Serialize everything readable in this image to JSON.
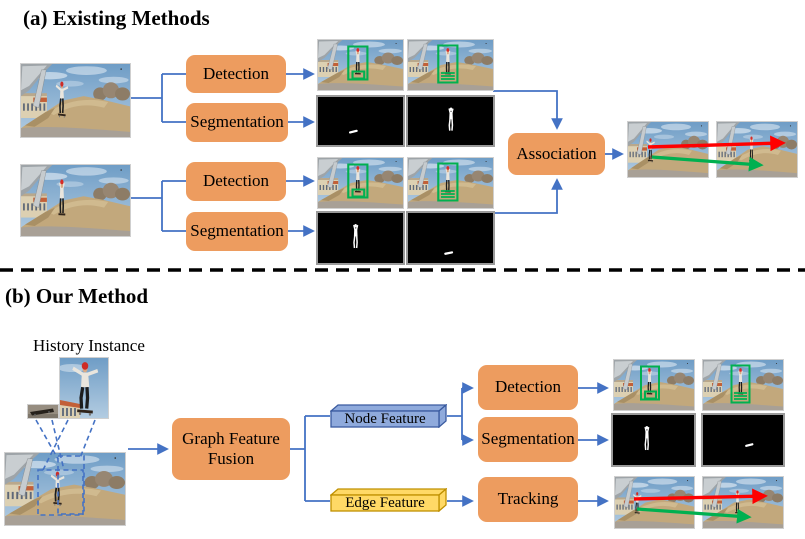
{
  "figure": {
    "section_a": {
      "title": "(a) Existing Methods",
      "branch1": {
        "detection": "Detection",
        "segmentation": "Segmentation"
      },
      "branch2": {
        "detection": "Detection",
        "segmentation": "Segmentation"
      },
      "association": "Association"
    },
    "section_b": {
      "title": "(b) Our Method",
      "history_label": "History Instance",
      "fusion": "Graph Feature Fusion",
      "node_feature": "Node Feature",
      "edge_feature": "Edge Feature",
      "detection": "Detection",
      "segmentation": "Segmentation",
      "tracking": "Tracking"
    },
    "colors": {
      "box_orange": "#ED9C5F",
      "connector_blue": "#4472C4",
      "node_fill": "#8FAADC",
      "node_border": "#3A5BA0",
      "edge_fill": "#FFD966",
      "edge_border": "#BF9000",
      "bbox_green": "#00B050",
      "track_red": "#FF0000",
      "track_green": "#00B050"
    }
  }
}
